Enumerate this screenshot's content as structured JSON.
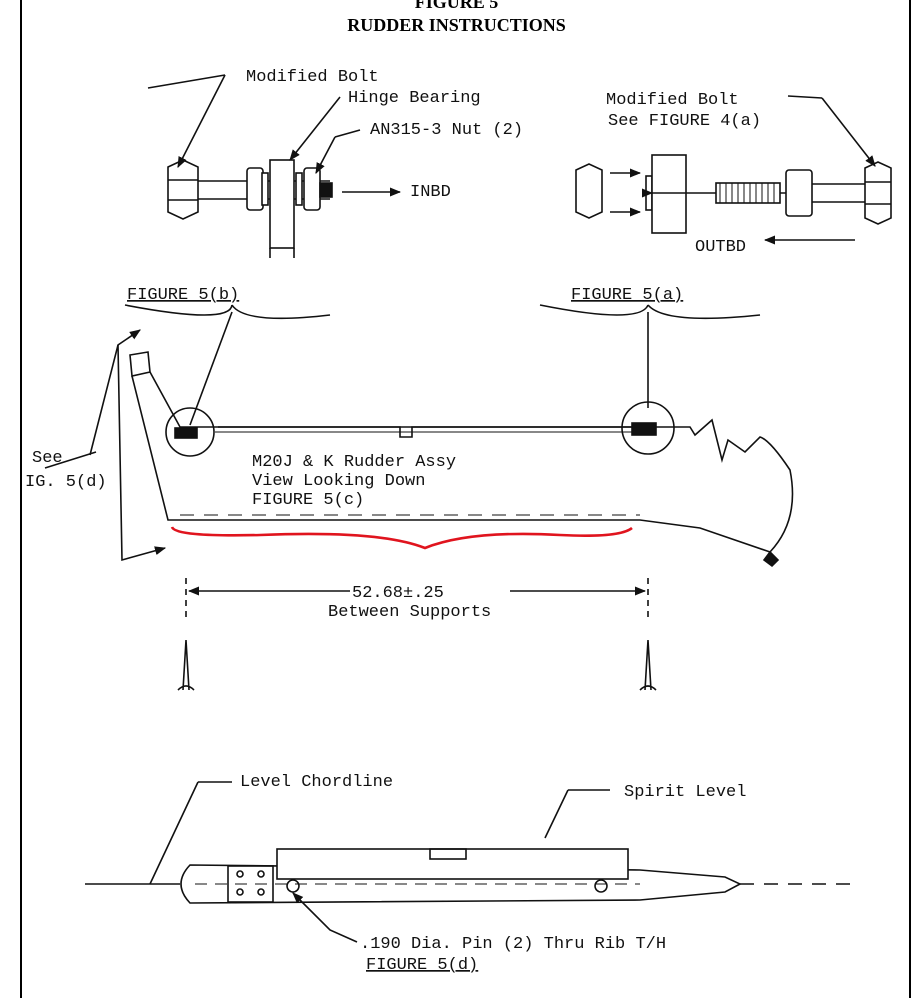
{
  "header": {
    "figure": "FIGURE 5",
    "title": "RUDDER INSTRUCTIONS"
  },
  "labels": {
    "modified_bolt": "Modified Bolt",
    "hinge_bearing": "Hinge Bearing",
    "nut": "AN315-3 Nut (2)",
    "inbd": "INBD",
    "modified_bolt_right": "Modified Bolt",
    "see_fig4a": "See FIGURE 4(a)",
    "outbd": "OUTBD",
    "fig5b": "FIGURE 5(b)",
    "fig5a": "FIGURE 5(a)",
    "see": "See",
    "fig5d_ref": "IG. 5(d)",
    "rudder_line1": "M20J & K Rudder Assy",
    "rudder_line2": "View Looking Down",
    "rudder_line3": "FIGURE 5(c)",
    "dimension": "52.68±.25",
    "between_supports": "Between Supports",
    "level_chordline": "Level Chordline",
    "spirit_level": "Spirit Level",
    "pin_note": ".190 Dia. Pin (2) Thru Rib T/H",
    "fig5d": "FIGURE 5(d)"
  },
  "colors": {
    "ink": "#111111",
    "highlight": "#e0141e"
  }
}
